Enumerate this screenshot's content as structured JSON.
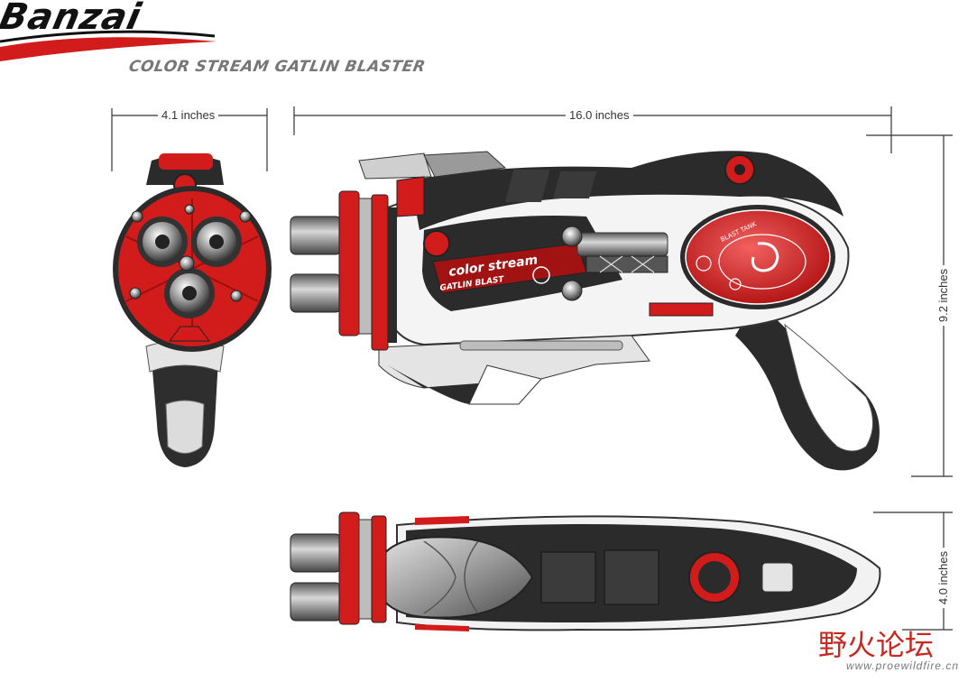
{
  "brand": {
    "logo_text": "Banzai"
  },
  "product": {
    "title": "COLOR STREAM GATLIN BLASTER"
  },
  "dimensions": {
    "front_width": "4.1 inches",
    "side_length": "16.0 inches",
    "side_height": "9.2 inches",
    "top_height": "4.0 inches"
  },
  "decals": {
    "side_line1": "color stream",
    "side_line2": "GATLIN BLAST",
    "tank_label": "BLAST TANK"
  },
  "watermark": {
    "text_cn": "野火论坛",
    "url": "www.proewildfire.cn"
  },
  "colors": {
    "red": "#d21c1c",
    "dark": "#2b2b2b",
    "grey": "#8a8a8a",
    "light": "#e8e8e8"
  }
}
